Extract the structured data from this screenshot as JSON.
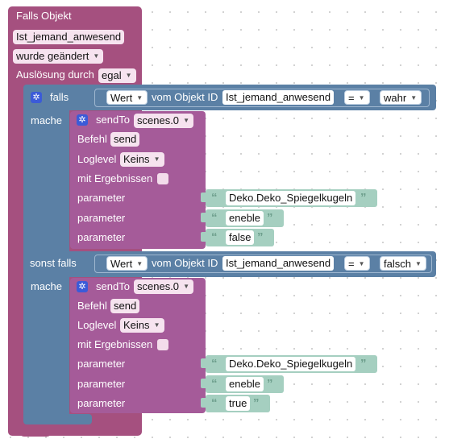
{
  "event": {
    "title": "Falls Objekt",
    "object_id": "Ist_jemand_anwesend",
    "trigger": "wurde geändert",
    "trigger_label": "Auslösung durch",
    "trigger_value": "egal"
  },
  "if_block": {
    "falls": "falls",
    "mache": "mache",
    "sonst_falls": "sonst falls",
    "value_dropdown": "Wert",
    "of_object_label": "vom Objekt ID",
    "object_id": "Ist_jemand_anwesend",
    "operator": "=",
    "cond1_value": "wahr",
    "cond2_value": "falsch"
  },
  "send_blocks": [
    {
      "title": "sendTo",
      "adapter": "scenes.0",
      "befehl_label": "Befehl",
      "befehl_value": "send",
      "loglevel_label": "Loglevel",
      "loglevel_value": "Keins",
      "results_label": "mit Ergebnissen",
      "params": [
        {
          "label": "parameter",
          "value": "Deko.Deko_Spiegelkugeln"
        },
        {
          "label": "parameter",
          "value": "eneble"
        },
        {
          "label": "parameter",
          "value": "false"
        }
      ]
    },
    {
      "title": "sendTo",
      "adapter": "scenes.0",
      "befehl_label": "Befehl",
      "befehl_value": "send",
      "loglevel_label": "Loglevel",
      "loglevel_value": "Keins",
      "results_label": "mit Ergebnissen",
      "params": [
        {
          "label": "parameter",
          "value": "Deko.Deko_Spiegelkugeln"
        },
        {
          "label": "parameter",
          "value": "eneble"
        },
        {
          "label": "parameter",
          "value": "true"
        }
      ]
    }
  ],
  "icons": {
    "gear": "gear-icon",
    "dropdown": "chevron-down-icon",
    "open_quote": "open-quote-icon",
    "close_quote": "close-quote-icon"
  },
  "colors": {
    "event_block": "#a5507f",
    "if_block": "#5b80a5",
    "sendto_block": "#a55b99",
    "text_block": "#a5cfc0"
  }
}
